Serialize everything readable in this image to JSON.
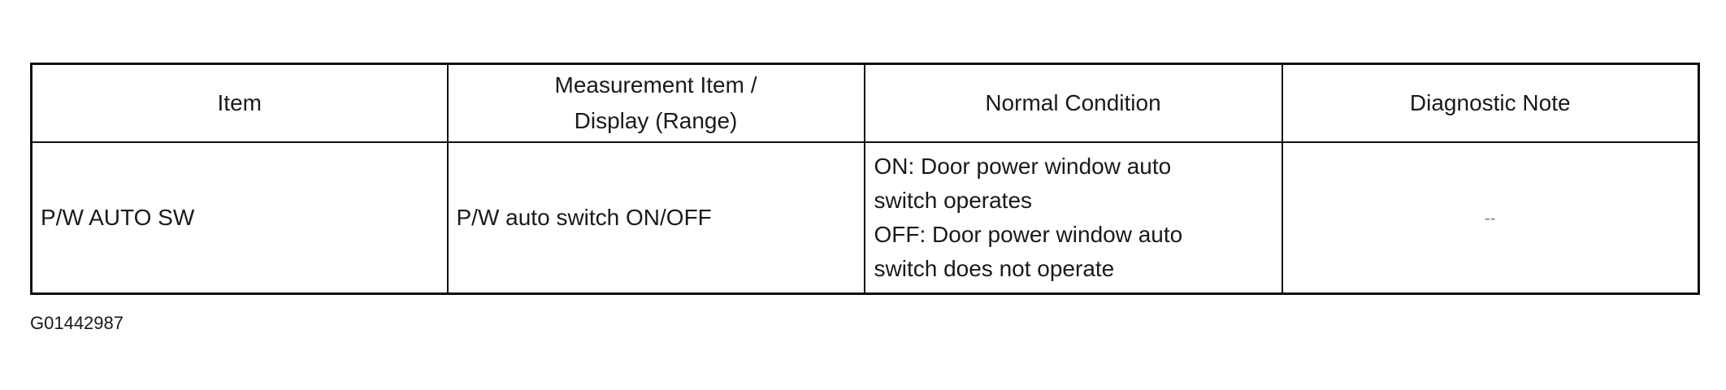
{
  "table": {
    "headers": {
      "item": "Item",
      "measurement_line1": "Measurement Item /",
      "measurement_line2": "Display (Range)",
      "normal_condition": "Normal Condition",
      "diagnostic_note": "Diagnostic Note"
    },
    "rows": [
      {
        "item": "P/W AUTO SW",
        "measurement": "P/W auto switch ON/OFF",
        "normal_condition": [
          "ON: Door power window auto",
          "switch operates",
          "OFF: Door power window auto",
          "switch does not operate"
        ],
        "diagnostic_note": "--"
      }
    ]
  },
  "figure_id": "G01442987"
}
